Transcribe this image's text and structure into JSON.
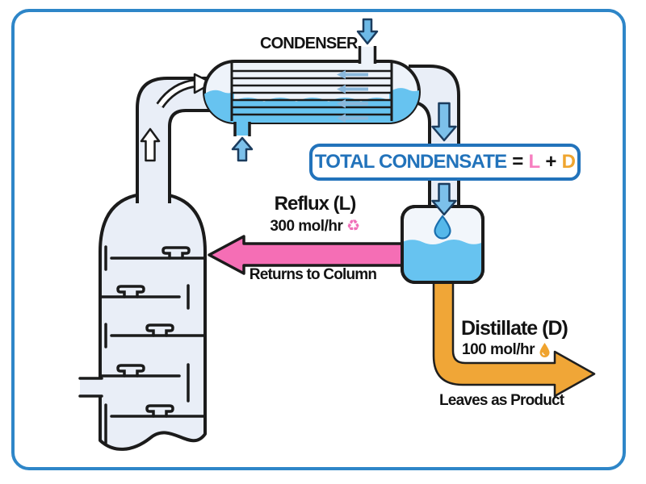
{
  "condenser": {
    "label": "CONDENSER"
  },
  "equation": {
    "total": "TOTAL CONDENSATE",
    "equals": "=",
    "l": "L",
    "plus": "+",
    "d": "D"
  },
  "reflux": {
    "title": "Reflux (L)",
    "rate": "300 mol/hr",
    "recycle_glyph": "♻",
    "note": "Returns to Column"
  },
  "distillate": {
    "title": "Distillate (D)",
    "rate": "100 mol/hr",
    "note": "Leaves as Product"
  },
  "icons": {
    "recycle": "recycle-icon",
    "water_drop": "droplet-icon",
    "flow_arrows": "flow-arrow-icon"
  },
  "colors": {
    "frame_blue": "#2e86c8",
    "text_blue": "#2273bb",
    "pink": "#f56eb5",
    "orange": "#f0a637",
    "liquid_blue": "#67c3f0",
    "vessel_fill": "#e9eef7",
    "outline": "#1b1b1b",
    "flow_arrow_blue": "#7cc0ea"
  }
}
